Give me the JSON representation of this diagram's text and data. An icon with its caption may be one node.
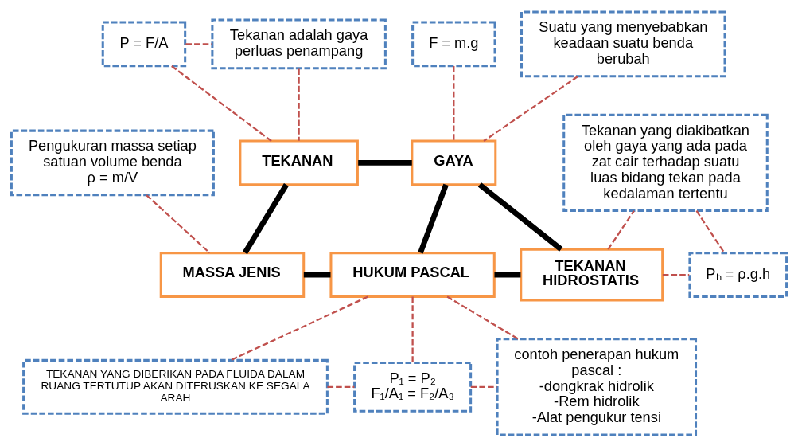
{
  "diagram": {
    "nodes": [
      {
        "text": [
          "TEKANAN"
        ]
      },
      {
        "text": [
          "GAYA"
        ]
      },
      {
        "text": [
          "MASSA JENIS"
        ]
      },
      {
        "text": [
          "HUKUM PASCAL"
        ]
      },
      {
        "text": [
          "TEKANAN HIDROSTATIS"
        ]
      },
      {
        "text": [
          "P = F/A"
        ]
      },
      {
        "text": [
          "Tekanan adalah gaya perluas penampang"
        ]
      },
      {
        "text": [
          "F = m.g"
        ]
      },
      {
        "text": [
          "Suatu yang menyebabkan keadaan suatu benda berubah"
        ]
      },
      {
        "text": [
          "Pengukuran massa setiap satuan volume benda",
          "ρ = m/V"
        ]
      },
      {
        "text": [
          "Tekanan yang diakibatkan oleh gaya yang ada pada zat cair terhadap suatu luas bidang tekan pada kedalaman tertentu"
        ]
      },
      {
        "text": [
          "Pₕ = ρ.g.h"
        ]
      },
      {
        "text": [
          "TEKANAN YANG DIBERIKAN PADA FLUIDA DALAM RUANG TERTUTUP AKAN DITERUSKAN KE SEGALA ARAH"
        ]
      },
      {
        "text": [
          "P₁ = P₂",
          "F₁/A₁ = F₂/A₃"
        ]
      },
      {
        "text": [
          "contoh penerapan hukum pascal :",
          "-dongkrak hidrolik",
          "-Rem hidrolik",
          "-Alat pengukur tensi"
        ]
      }
    ],
    "edges": [
      {
        "from": 2,
        "to": 0,
        "arrow": "none",
        "style": "thick",
        "color": "#000000"
      },
      {
        "from": 0,
        "to": 1,
        "arrow": "none",
        "style": "thick",
        "color": "#000000"
      },
      {
        "from": 2,
        "to": 3,
        "arrow": "none",
        "style": "thick",
        "color": "#000000"
      },
      {
        "from": 3,
        "to": 1,
        "arrow": "none",
        "style": "thick",
        "color": "#000000"
      },
      {
        "from": 3,
        "to": 4,
        "arrow": "none",
        "style": "thick",
        "color": "#000000"
      },
      {
        "from": 1,
        "to": 4,
        "arrow": "none",
        "style": "thick",
        "color": "#000000"
      },
      {
        "from": 5,
        "to": 6,
        "arrow": "none",
        "style": "dashed",
        "color": "#c0504d"
      },
      {
        "from": 5,
        "to": 0,
        "arrow": "none",
        "style": "dashed",
        "color": "#c0504d"
      },
      {
        "from": 6,
        "to": 0,
        "arrow": "none",
        "style": "dashed",
        "color": "#c0504d"
      },
      {
        "from": 7,
        "to": 1,
        "arrow": "none",
        "style": "dashed",
        "color": "#c0504d"
      },
      {
        "from": 8,
        "to": 1,
        "arrow": "none",
        "style": "dashed",
        "color": "#c0504d"
      },
      {
        "from": 9,
        "to": 2,
        "arrow": "none",
        "style": "dashed",
        "color": "#c0504d"
      },
      {
        "from": 4,
        "to": 10,
        "arrow": "none",
        "style": "dashed",
        "color": "#c0504d"
      },
      {
        "from": 4,
        "to": 11,
        "arrow": "none",
        "style": "dashed",
        "color": "#c0504d"
      },
      {
        "from": 10,
        "to": 11,
        "arrow": "none",
        "style": "dashed",
        "color": "#c0504d"
      },
      {
        "from": 3,
        "to": 12,
        "arrow": "none",
        "style": "dashed",
        "color": "#c0504d"
      },
      {
        "from": 3,
        "to": 13,
        "arrow": "none",
        "style": "dashed",
        "color": "#c0504d"
      },
      {
        "from": 3,
        "to": 14,
        "arrow": "none",
        "style": "dashed",
        "color": "#c0504d"
      },
      {
        "from": 12,
        "to": 13,
        "arrow": "none",
        "style": "dashed",
        "color": "#c0504d"
      },
      {
        "from": 13,
        "to": 14,
        "arrow": "none",
        "style": "dashed",
        "color": "#c0504d"
      }
    ]
  }
}
